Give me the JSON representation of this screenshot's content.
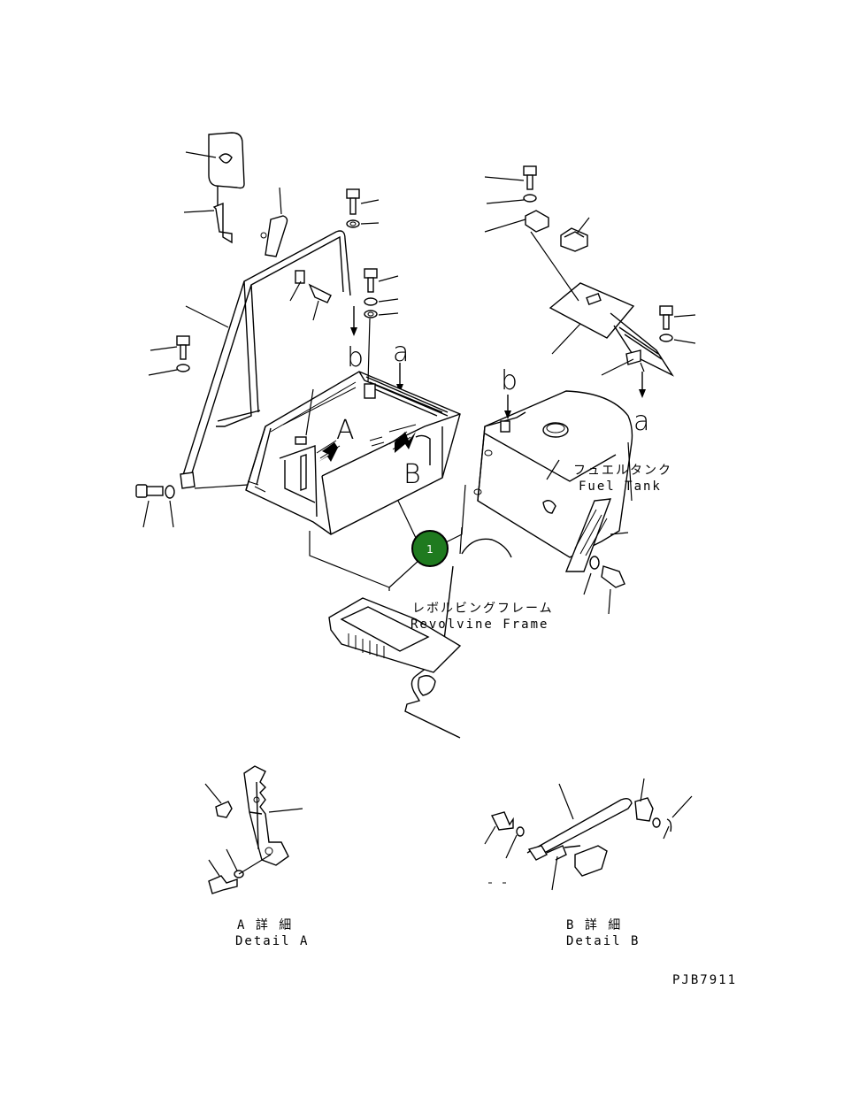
{
  "labels": {
    "letter_a_top": "a",
    "letter_b_top": "b",
    "letter_b_tank": "b",
    "letter_a_tank": "a",
    "letter_A": "A",
    "letter_B": "B",
    "fuel_tank_jp": "フュエルタンク",
    "fuel_tank_en": "Fuel Tank",
    "frame_jp": "レボルビングフレーム",
    "frame_en": "Revolvine Frame",
    "detail_a_jp": "A 詳 細",
    "detail_a_en": "Detail A",
    "detail_b_jp": "B 詳 細",
    "detail_b_en": "Detail B",
    "drawing_code": "PJB7911"
  },
  "callout": {
    "number": "1",
    "color": "#1f7a1f"
  }
}
